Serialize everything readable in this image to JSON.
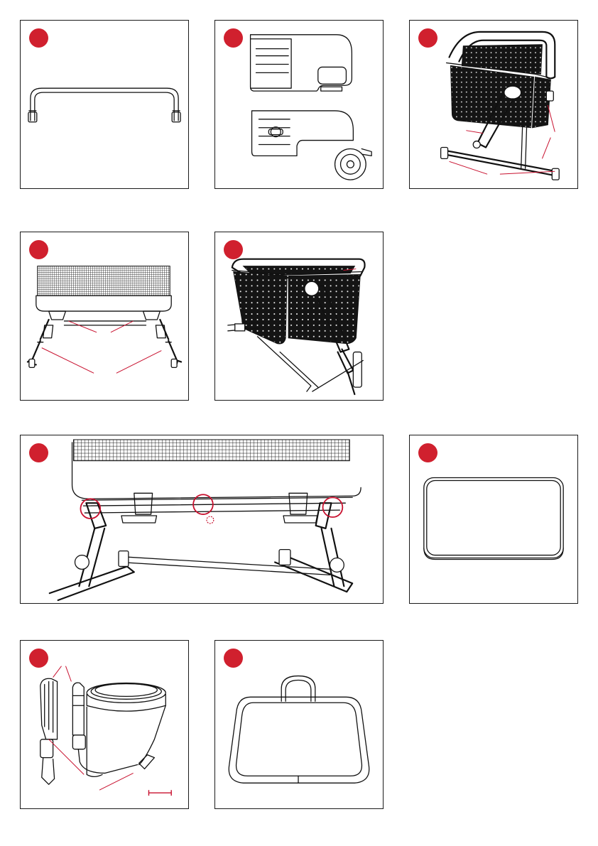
{
  "document": {
    "kind": "parts-list-illustration",
    "badge_color": "#d0202e",
    "callout_color": "#c8102e",
    "panels": [
      {
        "id": "p1",
        "icon": "u-frame-bar",
        "badge_label": ""
      },
      {
        "id": "p2",
        "icon": "leg-covers-and-wheel",
        "badge_label": ""
      },
      {
        "id": "p3",
        "icon": "assembled-crib",
        "badge_label": ""
      },
      {
        "id": "p4",
        "icon": "crib-base-front",
        "badge_label": ""
      },
      {
        "id": "p5",
        "icon": "crib-top-perspective",
        "badge_label": ""
      },
      {
        "id": "p6",
        "icon": "crib-underside-clips",
        "badge_label": ""
      },
      {
        "id": "p7",
        "icon": "mattress",
        "badge_label": ""
      },
      {
        "id": "p8",
        "icon": "straps-and-buckles",
        "badge_label": ""
      },
      {
        "id": "p9",
        "icon": "carry-bag",
        "badge_label": ""
      }
    ]
  }
}
